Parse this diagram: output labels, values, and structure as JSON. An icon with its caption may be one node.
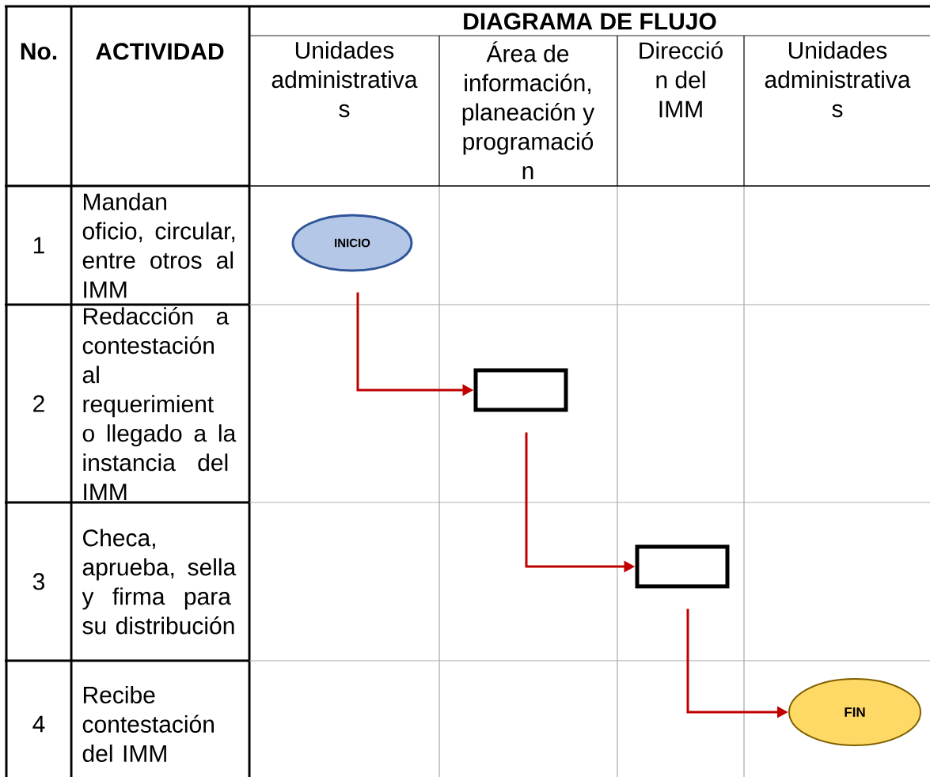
{
  "diagram": {
    "nodes": [
      {
        "text": [
          "INICIO"
        ]
      },
      {
        "text": [],
        "shape": "box"
      },
      {
        "text": [],
        "shape": "box"
      },
      {
        "text": [
          "FIN"
        ]
      }
    ],
    "edges": [
      {
        "from": 0,
        "to": 1,
        "arrow": "to"
      },
      {
        "from": 1,
        "to": 2,
        "arrow": "to"
      },
      {
        "from": 2,
        "to": 3,
        "arrow": "to"
      }
    ],
    "labels": [
      "No.",
      "ACTIVIDAD",
      "DIAGRAMA DE FLUJO",
      "Unidades administrativa s",
      "Área de información, planeación y programació n",
      "Direcció n del IMM",
      "Unidades administrativa s",
      "1",
      "Mandan oficio, circular, entre otros al IMM",
      "2",
      "Redacción a contestación al requerimient o llegado a la instancia del IMM",
      "3",
      "Checa, aprueba, sella y firma para su distribución",
      "4",
      "Recibe contestación del IMM"
    ]
  }
}
